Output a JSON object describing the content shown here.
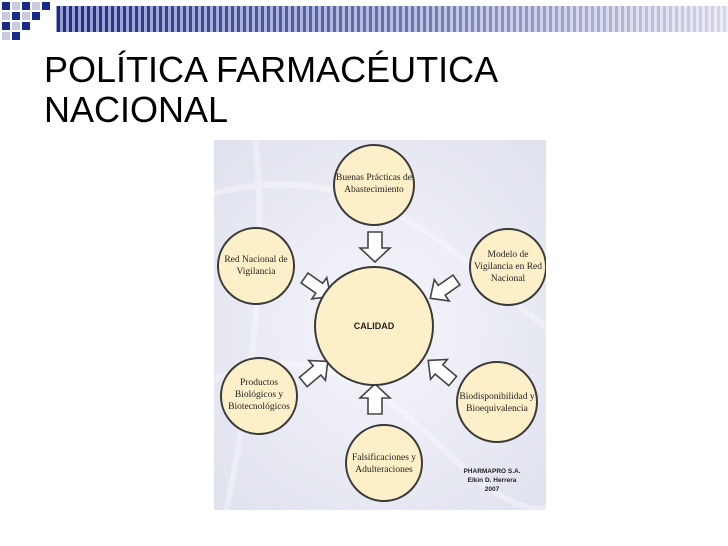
{
  "slide": {
    "title_line1": "POLÍTICA FARMACÉUTICA",
    "title_line2": "NACIONAL"
  },
  "diagram": {
    "center": "CALIDAD",
    "nodes": {
      "top": [
        "Buenas Prácticas de",
        "Abastecimiento"
      ],
      "top_right": [
        "Modelo de",
        "Vigilancia en Red",
        "Nacional"
      ],
      "bottom_right": [
        "Biodisponibilidad y",
        "Bioequivalencia"
      ],
      "bottom": [
        "Falsificaciones y",
        "Adulteraciones"
      ],
      "bottom_left": [
        "Productos",
        "Biológicos y",
        "Biotecnológicos"
      ],
      "top_left": [
        "Red Nacional de",
        "Vigilancia"
      ]
    },
    "credit": [
      "PHARMAPRO S.A.",
      "Elkin D. Herrera",
      "2007"
    ]
  },
  "colors": {
    "band_dark": "#1a2a8c",
    "band_light": "#c8cbe0",
    "circle_fill": "#fdf0c8",
    "circle_stroke": "#3a3a3a",
    "panel_bg": "#eeeff6"
  }
}
